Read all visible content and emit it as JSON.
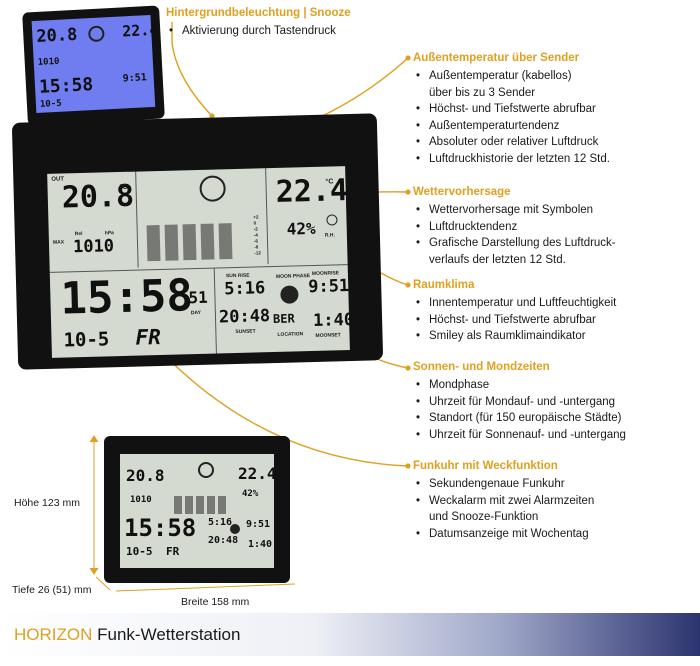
{
  "sections": [
    {
      "id": "backlight",
      "title": "Hintergrundbeleuchtung | Snooze",
      "items": [
        "Aktivierung durch Tastendruck"
      ]
    },
    {
      "id": "outdoor",
      "title": "Außentemperatur über Sender",
      "items": [
        "Außentemperatur (kabellos)\nüber bis zu 3 Sender",
        "Höchst- und Tiefstwerte abrufbar",
        "Außentemperaturtendenz",
        "Absoluter oder relativer Luftdruck",
        "Luftdruckhistorie der letzten 12 Std."
      ]
    },
    {
      "id": "forecast",
      "title": "Wettervorhersage",
      "items": [
        "Wettervorhersage mit Symbolen",
        "Luftdrucktendenz",
        "Grafische Darstellung des Luftdruck-\nverlaufs der letzten 12 Std."
      ]
    },
    {
      "id": "indoor",
      "title": "Raumklima",
      "items": [
        "Innentemperatur und Luftfeuchtigkeit",
        "Höchst- und Tiefstwerte abrufbar",
        "Smiley als Raumklimaindikator"
      ]
    },
    {
      "id": "sunmoon",
      "title": "Sonnen- und Mondzeiten",
      "items": [
        "Mondphase",
        "Uhrzeit für Mondauf- und -untergang",
        "Standort (für 150 europäische Städte)",
        "Uhrzeit für Sonnenauf- und -untergang"
      ]
    },
    {
      "id": "clock",
      "title": "Funkuhr mit Weckfunktion",
      "items": [
        "Sekundengenaue Funkuhr",
        "Weckalarm mit zwei Alarmzeiten\nund Snooze-Funktion",
        "Datumsanzeige mit Wochentag"
      ]
    }
  ],
  "dimensions": {
    "height": "Höhe 123 mm",
    "depth": "Tiefe 26 (51) mm",
    "width": "Breite 158 mm"
  },
  "footer": {
    "brand": "HORIZON",
    "product": "Funk-Wetterstation"
  },
  "display": {
    "out_label": "OUT",
    "out_temp": "20.8",
    "out_unit": "°C",
    "max_label": "MAX",
    "pressure_label": "Rel",
    "pressure_unit": "hPa",
    "pressure_value": "1010",
    "in_temp": "22.4",
    "in_unit": "°C",
    "humidity": "42%",
    "humidity_unit": "R.H.",
    "sunrise_label": "SUN RISE",
    "sunrise": "5:16",
    "sunset": "20:48",
    "sunset_label": "SUNSET",
    "moon_label": "MOON PHASE",
    "city": "BER",
    "location_label": "LOCATION",
    "moonrise_label": "MOONRISE",
    "moonrise": "9:51",
    "moonset": "1:40",
    "moonset_label": "MOONSET",
    "time": "15:58",
    "seconds": "51",
    "date": "10-5",
    "weekday": "FR",
    "day_label": "DAY",
    "chart_axis": [
      "+2",
      "0",
      "-2",
      "-4",
      "-6",
      "-8",
      "-12"
    ]
  },
  "colors": {
    "accent": "#e0a020",
    "lcd": "#d4dad0",
    "lcd_backlit": "#6f7df0",
    "bezel": "#111111",
    "footer_gradient_end": "#2c3470"
  }
}
